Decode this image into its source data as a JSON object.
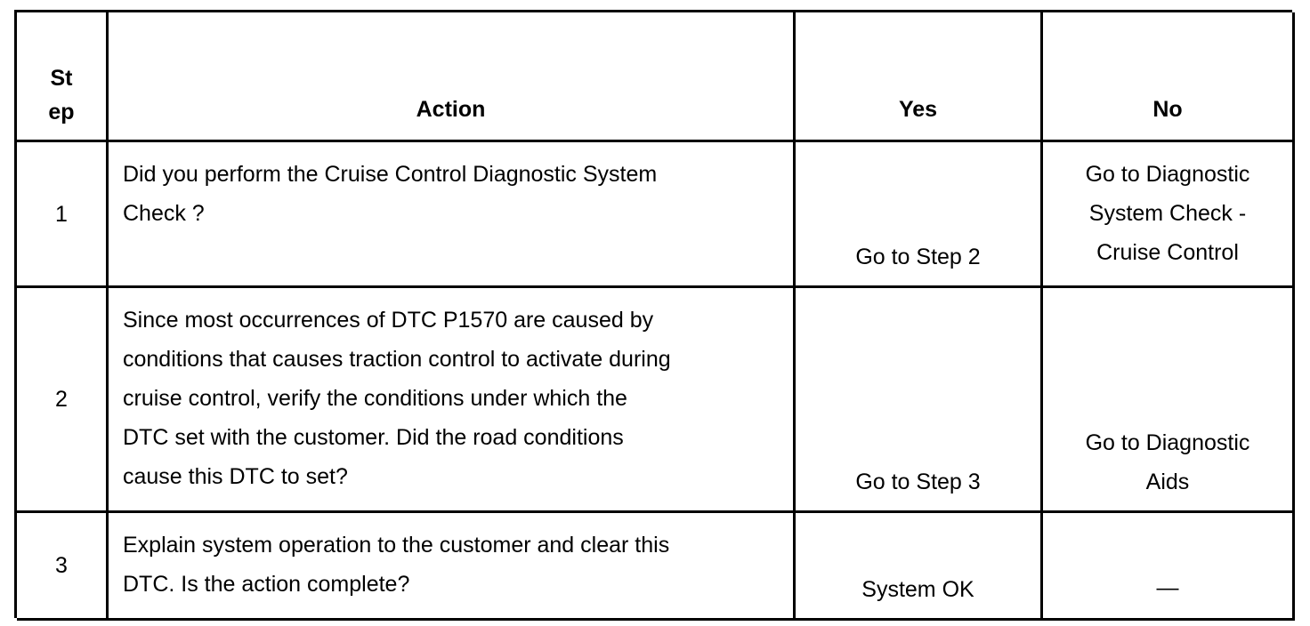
{
  "table": {
    "headers": {
      "step": "St\nep",
      "action": "Action",
      "yes": "Yes",
      "no": "No"
    },
    "rows": [
      {
        "step": "1",
        "action": "Did you perform the Cruise Control Diagnostic System\nCheck ?",
        "yes": "Go to Step 2",
        "no": "Go to Diagnostic\nSystem Check -\nCruise Control"
      },
      {
        "step": "2",
        "action": "Since most occurrences of DTC P1570 are caused by\nconditions that causes traction control to activate during\ncruise control, verify the conditions under which the\nDTC set with the customer. Did the road conditions\ncause this DTC to set?",
        "yes": "Go to Step 3",
        "no": "Go to Diagnostic\nAids"
      },
      {
        "step": "3",
        "action": "Explain system operation to the customer and clear this\nDTC. Is the action complete?",
        "yes": "System OK",
        "no": "—"
      }
    ]
  }
}
